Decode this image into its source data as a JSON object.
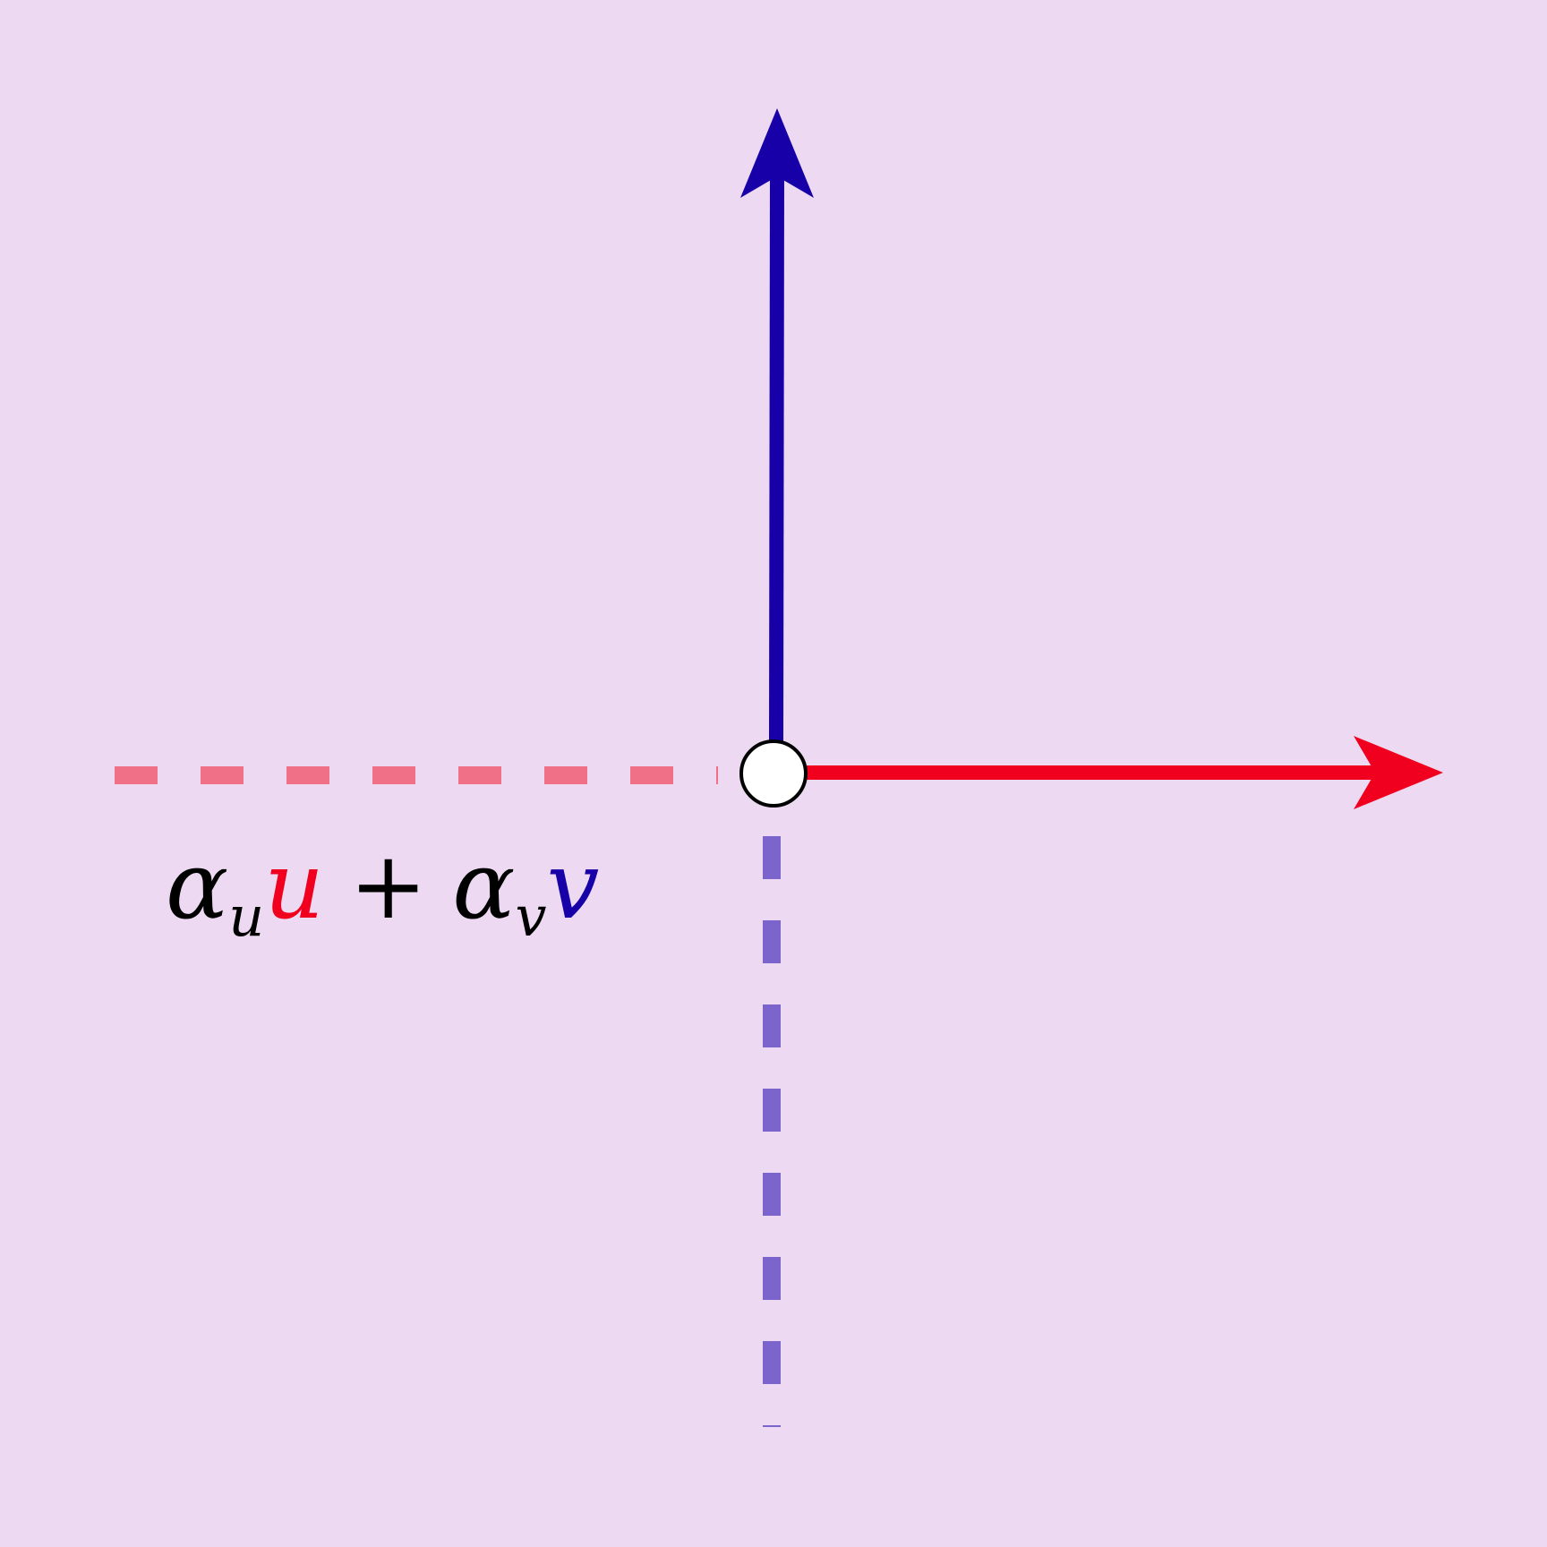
{
  "colors": {
    "background": "#EDDAF2",
    "u_vector": "#F0001E",
    "v_vector": "#1800A8",
    "u_dashed": "#F07088",
    "v_dashed": "#7B64CC",
    "origin_fill": "#FFFFFF",
    "origin_stroke": "#000000",
    "formula_black": "#000000"
  },
  "formula": {
    "alpha_u": "α",
    "sub_u": "u",
    "vec_u": "u",
    "plus": "+",
    "alpha_v": "α",
    "sub_v": "v",
    "vec_v": "v"
  }
}
